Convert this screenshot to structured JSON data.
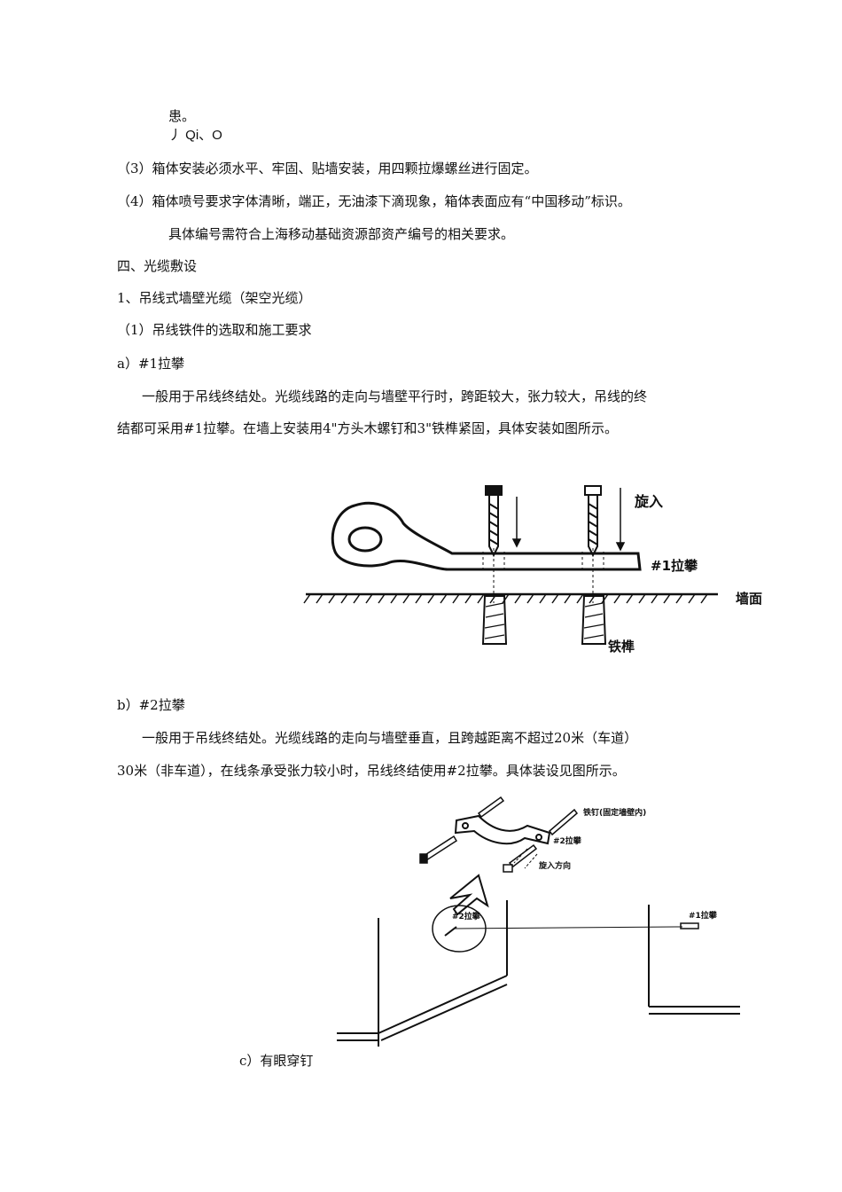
{
  "paragraphs": {
    "p1": "患。",
    "p2": "丿 Qi、O",
    "p3": "（3）箱体安装必须水平、牢固、贴墙安装，用四颗拉爆螺丝进行固定。",
    "p4": "（4）箱体喷号要求字体清晰，端正，无油漆下滴现象，箱体表面应有“中国移动”标识。",
    "p5": "具体编号需符合上海移动基础资源部资产编号的相关要求。",
    "p6": "四、光缆敷设",
    "p7": "1、吊线式墙壁光缆（架空光缆）",
    "p8": "（1）吊线铁件的选取和施工要求",
    "p9": "a）#1拉攀",
    "p10": "一般用于吊线终结处。光缆线路的走向与墙壁平行时，跨距较大，张力较大，吊线的终",
    "p11": "结都可采用#1拉攀。在墙上安装用4\"方头木螺钉和3\"铁榫紧固，具体安装如图所示。",
    "p12": "b）#2拉攀",
    "p13": "一般用于吊线终结处。光缆线路的走向与墙壁垂直，且跨越距离不超过20米（车道）",
    "p14": "30米（非车道），在线条承受张力较小时，吊线终结使用#2拉攀。具体装设见图所示。",
    "p15": "c）有眼穿钉"
  },
  "figure1": {
    "label_rotate": "旋入",
    "label_part": "#1拉攀",
    "label_wall": "墙面",
    "label_plug": "铁榫"
  },
  "figure2": {
    "label_nail": "铁钉(固定墙壁内)",
    "label_part2": "#2拉攀",
    "label_direction": "旋入方向",
    "label_circle": "#2拉攀",
    "label_part1": "#1拉攀"
  }
}
